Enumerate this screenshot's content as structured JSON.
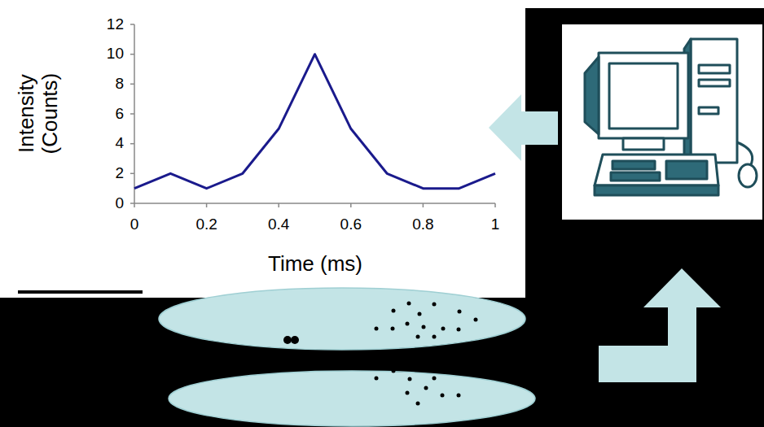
{
  "diagram": {
    "labels": [
      "Intensity (Counts)",
      "Time (ms)",
      "0",
      "2",
      "4",
      "6",
      "8",
      "10",
      "12",
      "0",
      "0.2",
      "0.4",
      "0.6",
      "0.8",
      "1"
    ]
  }
}
